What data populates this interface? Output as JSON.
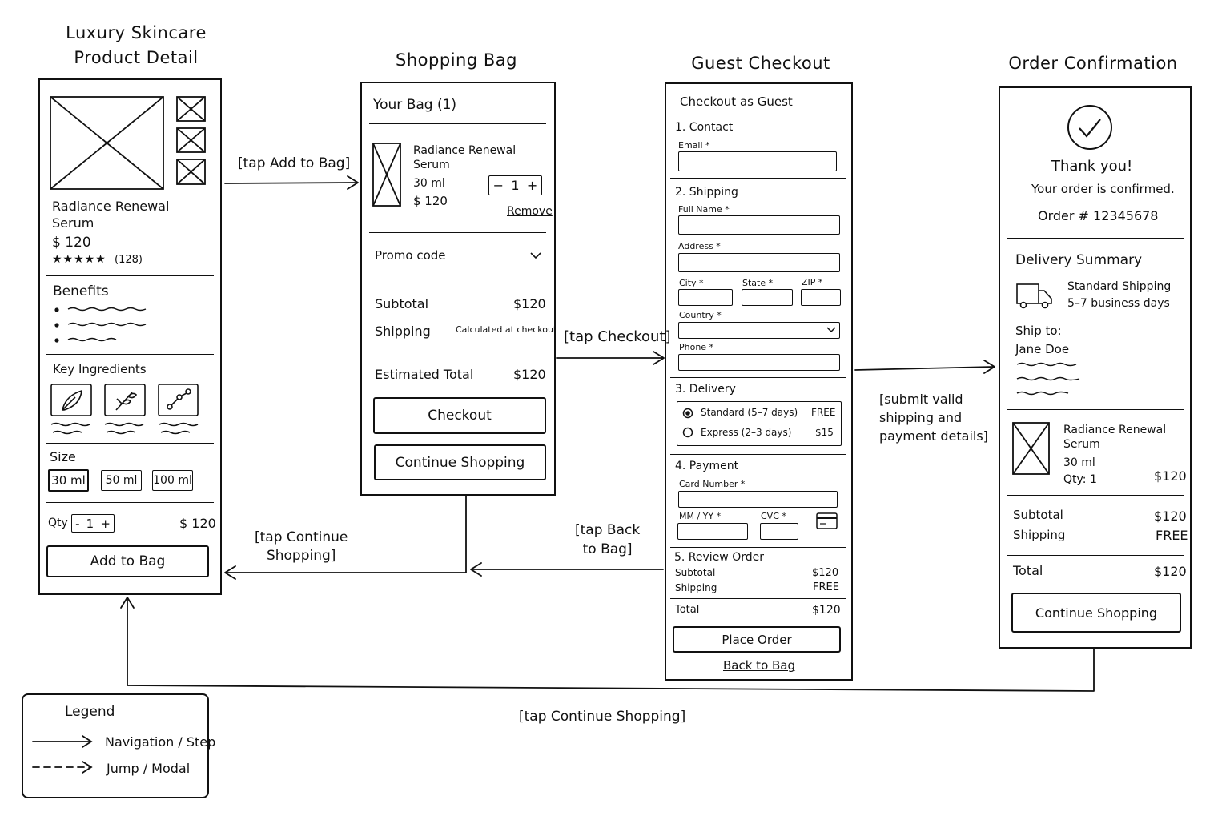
{
  "screens": {
    "product": {
      "title": "Luxury Skincare\nProduct Detail",
      "name_line1": "Radiance Renewal",
      "name_line2": "Serum",
      "price": "$ 120",
      "stars": "★★★★★",
      "reviews": "(128)",
      "benefits": "Benefits",
      "key_ingredients": "Key Ingredients",
      "size_label": "Size",
      "sizes": [
        "30 ml",
        "50 ml",
        "100 ml"
      ],
      "qty_label": "Qty",
      "qty_minus": "-",
      "qty_value": "1",
      "qty_plus": "+",
      "line_price": "$ 120",
      "add_to_bag": "Add to Bag"
    },
    "bag": {
      "title": "Shopping Bag",
      "heading": "Your Bag (1)",
      "item_line1": "Radiance Renewal",
      "item_line2": "Serum",
      "item_size": "30 ml",
      "item_price": "$ 120",
      "stepper_minus": "−",
      "stepper_value": "1",
      "stepper_plus": "+",
      "remove": "Remove",
      "promo": "Promo code",
      "subtotal_label": "Subtotal",
      "subtotal_value": "$120",
      "shipping_label": "Shipping",
      "shipping_value": "Calculated at checkout",
      "estimated_label": "Estimated Total",
      "estimated_value": "$120",
      "checkout": "Checkout",
      "continue": "Continue Shopping"
    },
    "checkout": {
      "title": "Guest Checkout",
      "heading": "Checkout as Guest",
      "contact": "1. Contact",
      "email": "Email *",
      "shipping": "2. Shipping",
      "full_name": "Full Name *",
      "address": "Address *",
      "city": "City *",
      "state": "State *",
      "zip": "ZIP *",
      "country": "Country *",
      "phone": "Phone *",
      "delivery": "3. Delivery",
      "standard": "Standard (5–7 days)",
      "standard_price": "FREE",
      "express": "Express (2–3 days)",
      "express_price": "$15",
      "payment": "4. Payment",
      "card_number": "Card Number *",
      "expiry": "MM / YY *",
      "cvc": "CVC *",
      "review": "5. Review Order",
      "subtotal_label": "Subtotal",
      "subtotal_value": "$120",
      "shipping_label": "Shipping",
      "shipping_value": "FREE",
      "total_label": "Total",
      "total_value": "$120",
      "place_order": "Place Order",
      "back_to_bag": "Back to Bag"
    },
    "confirmation": {
      "title": "Order Confirmation",
      "thanks": "Thank you!",
      "confirmed": "Your order is confirmed.",
      "order_number": "Order # 12345678",
      "delivery_summary": "Delivery Summary",
      "ship_method": "Standard Shipping",
      "ship_time": "5–7 business days",
      "ship_to": "Ship to:",
      "recipient": "Jane Doe",
      "item_line1": "Radiance Renewal",
      "item_line2": "Serum",
      "item_size": "30 ml",
      "item_qty": "Qty: 1",
      "item_price": "$120",
      "subtotal_label": "Subtotal",
      "subtotal_value": "$120",
      "shipping_label": "Shipping",
      "shipping_value": "FREE",
      "total_label": "Total",
      "total_value": "$120",
      "continue": "Continue Shopping"
    }
  },
  "transitions": {
    "add_to_bag": "[tap Add to Bag]",
    "checkout": "[tap Checkout]",
    "submit": "[submit valid\nshipping and\npayment details]",
    "continue_from_bag": "[tap Continue\nShopping]",
    "back_to_bag": "[tap Back\nto Bag]",
    "continue_from_confirmation": "[tap Continue Shopping]"
  },
  "legend": {
    "title": "Legend",
    "navigation": "Navigation / Step",
    "jump": "Jump / Modal"
  }
}
